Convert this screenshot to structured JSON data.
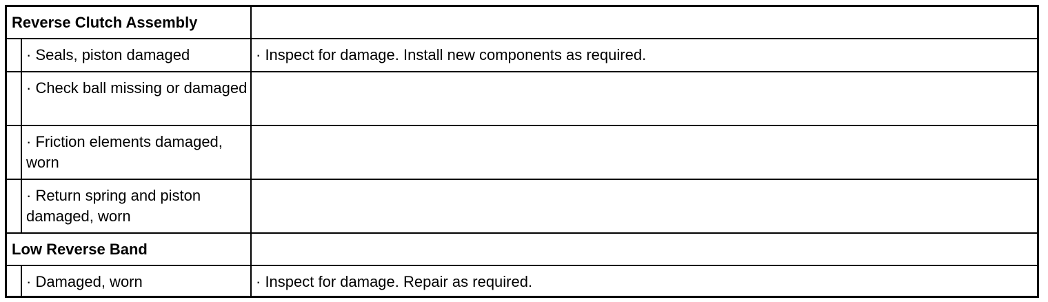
{
  "sections": [
    {
      "title": "Reverse Clutch Assembly",
      "items": [
        {
          "cause": "· Seals, piston damaged",
          "action": "· Inspect for damage. Install new components as required."
        },
        {
          "cause": "· Check ball missing or damaged",
          "action": ""
        },
        {
          "cause": "· Friction elements damaged, worn",
          "action": ""
        },
        {
          "cause": "· Return spring and piston damaged, worn",
          "action": ""
        }
      ]
    },
    {
      "title": "Low Reverse Band",
      "items": [
        {
          "cause": "· Damaged, worn",
          "action": "· Inspect for damage. Repair as required."
        }
      ]
    }
  ]
}
